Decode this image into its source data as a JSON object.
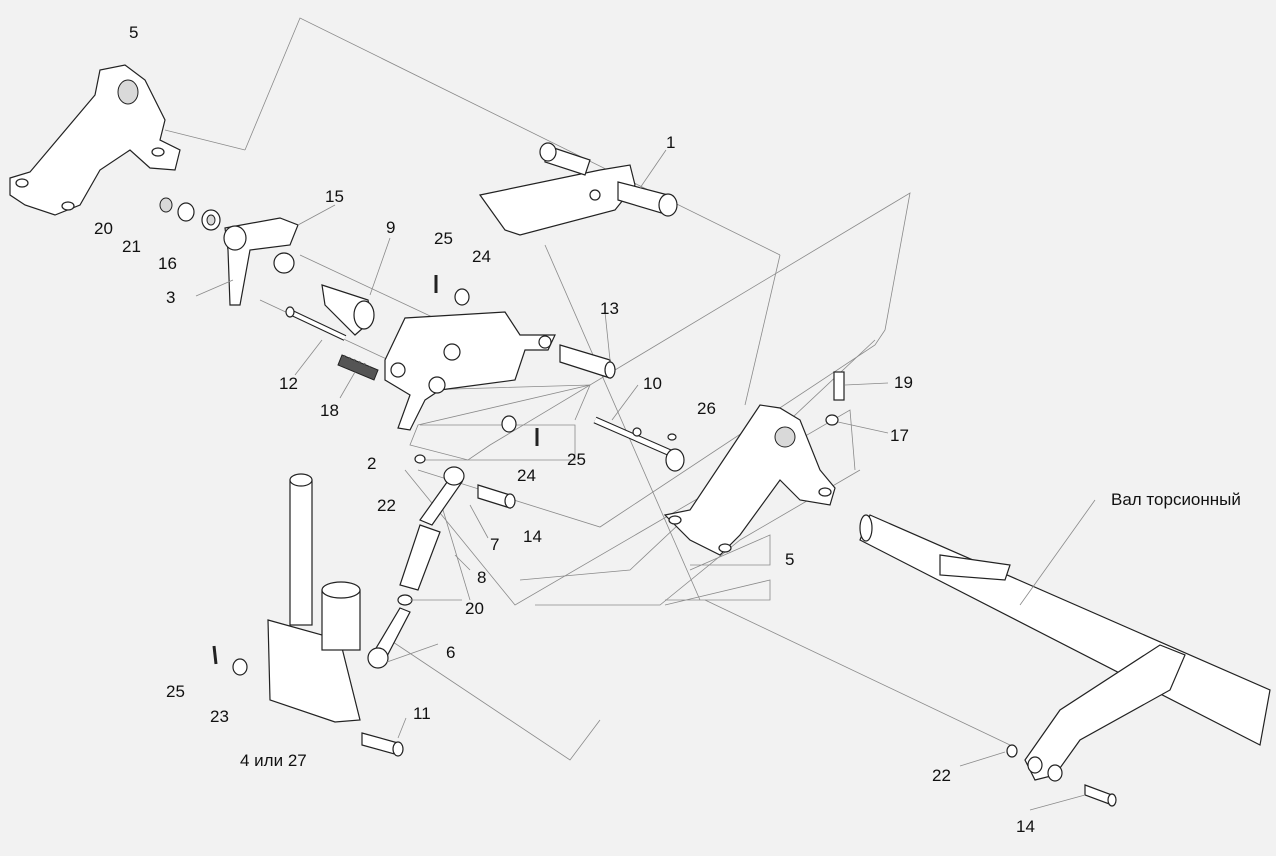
{
  "labels": {
    "l1": "1",
    "l2": "2",
    "l3": "3",
    "l4": "4 или 27",
    "l5a": "5",
    "l5b": "5",
    "l6": "6",
    "l7": "7",
    "l8": "8",
    "l9": "9",
    "l10": "10",
    "l11": "11",
    "l12": "12",
    "l13": "13",
    "l14a": "14",
    "l14b": "14",
    "l15": "15",
    "l16": "16",
    "l17": "17",
    "l18": "18",
    "l19": "19",
    "l20a": "20",
    "l20b": "20",
    "l21": "21",
    "l22a": "22",
    "l22b": "22",
    "l23": "23",
    "l24a": "24",
    "l24b": "24",
    "l25a": "25",
    "l25b": "25",
    "l25c": "25",
    "l26": "26",
    "shaft": "Вал торсионный"
  }
}
